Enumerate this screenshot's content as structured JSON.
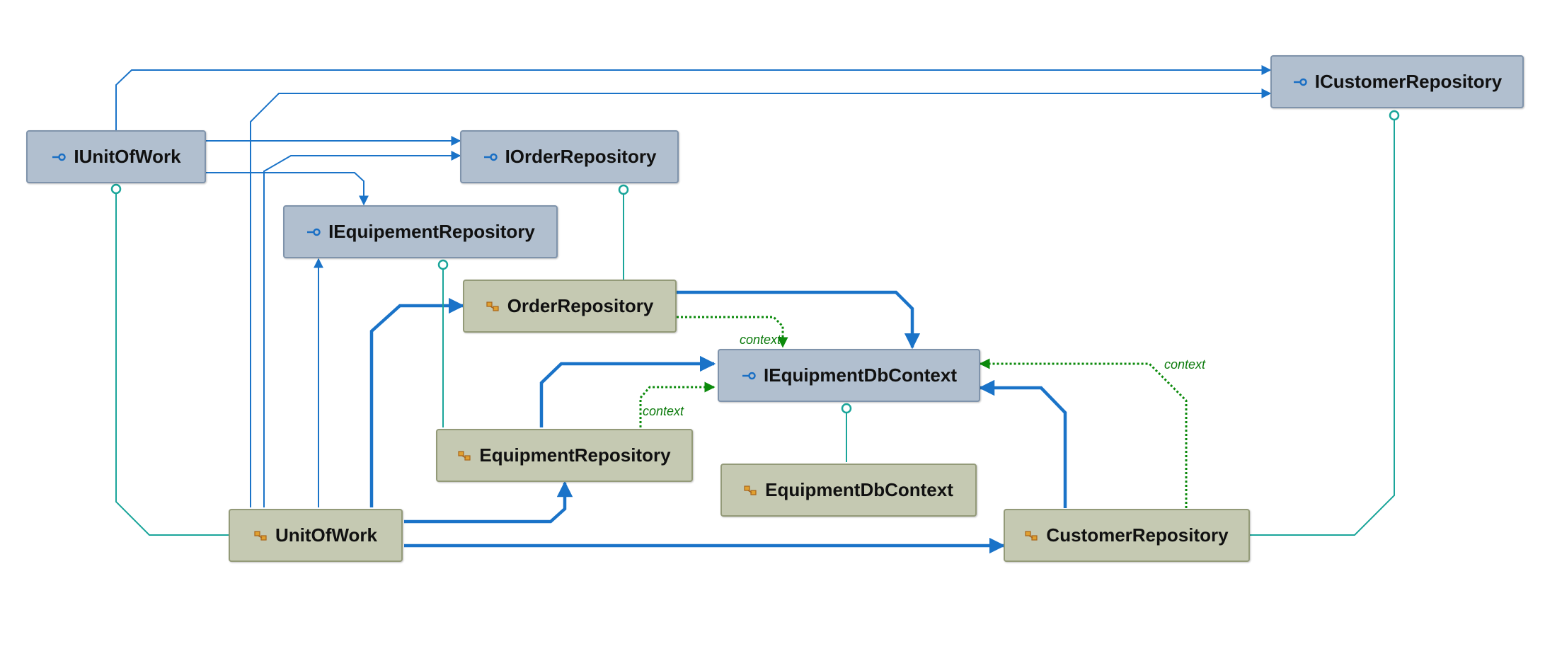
{
  "colors": {
    "interface_fill": "#b1bfcf",
    "class_fill": "#c5c9b2",
    "dependency_edge": "#1a73c8",
    "implements_edge": "#1aa59a",
    "context_edge": "#0b8a0b"
  },
  "nodes": {
    "iunitofwork": {
      "label": "IUnitOfWork",
      "kind": "interface",
      "icon": "interface-icon"
    },
    "iorderrepository": {
      "label": "IOrderRepository",
      "kind": "interface",
      "icon": "interface-icon"
    },
    "iequipementrepository": {
      "label": "IEquipementRepository",
      "kind": "interface",
      "icon": "interface-icon"
    },
    "icustomerrepository": {
      "label": "ICustomerRepository",
      "kind": "interface",
      "icon": "interface-icon"
    },
    "iequipmentdbcontext": {
      "label": "IEquipmentDbContext",
      "kind": "interface",
      "icon": "interface-icon"
    },
    "orderrepository": {
      "label": "OrderRepository",
      "kind": "class",
      "icon": "class-icon"
    },
    "equipmentrepository": {
      "label": "EquipmentRepository",
      "kind": "class",
      "icon": "class-icon"
    },
    "equipmentdbcontext": {
      "label": "EquipmentDbContext",
      "kind": "class",
      "icon": "class-icon"
    },
    "unitofwork": {
      "label": "UnitOfWork",
      "kind": "class",
      "icon": "class-icon"
    },
    "customerrepository": {
      "label": "CustomerRepository",
      "kind": "class",
      "icon": "class-icon"
    }
  },
  "edge_labels": {
    "order_context": "context",
    "equipment_context": "context",
    "customer_context": "context"
  }
}
